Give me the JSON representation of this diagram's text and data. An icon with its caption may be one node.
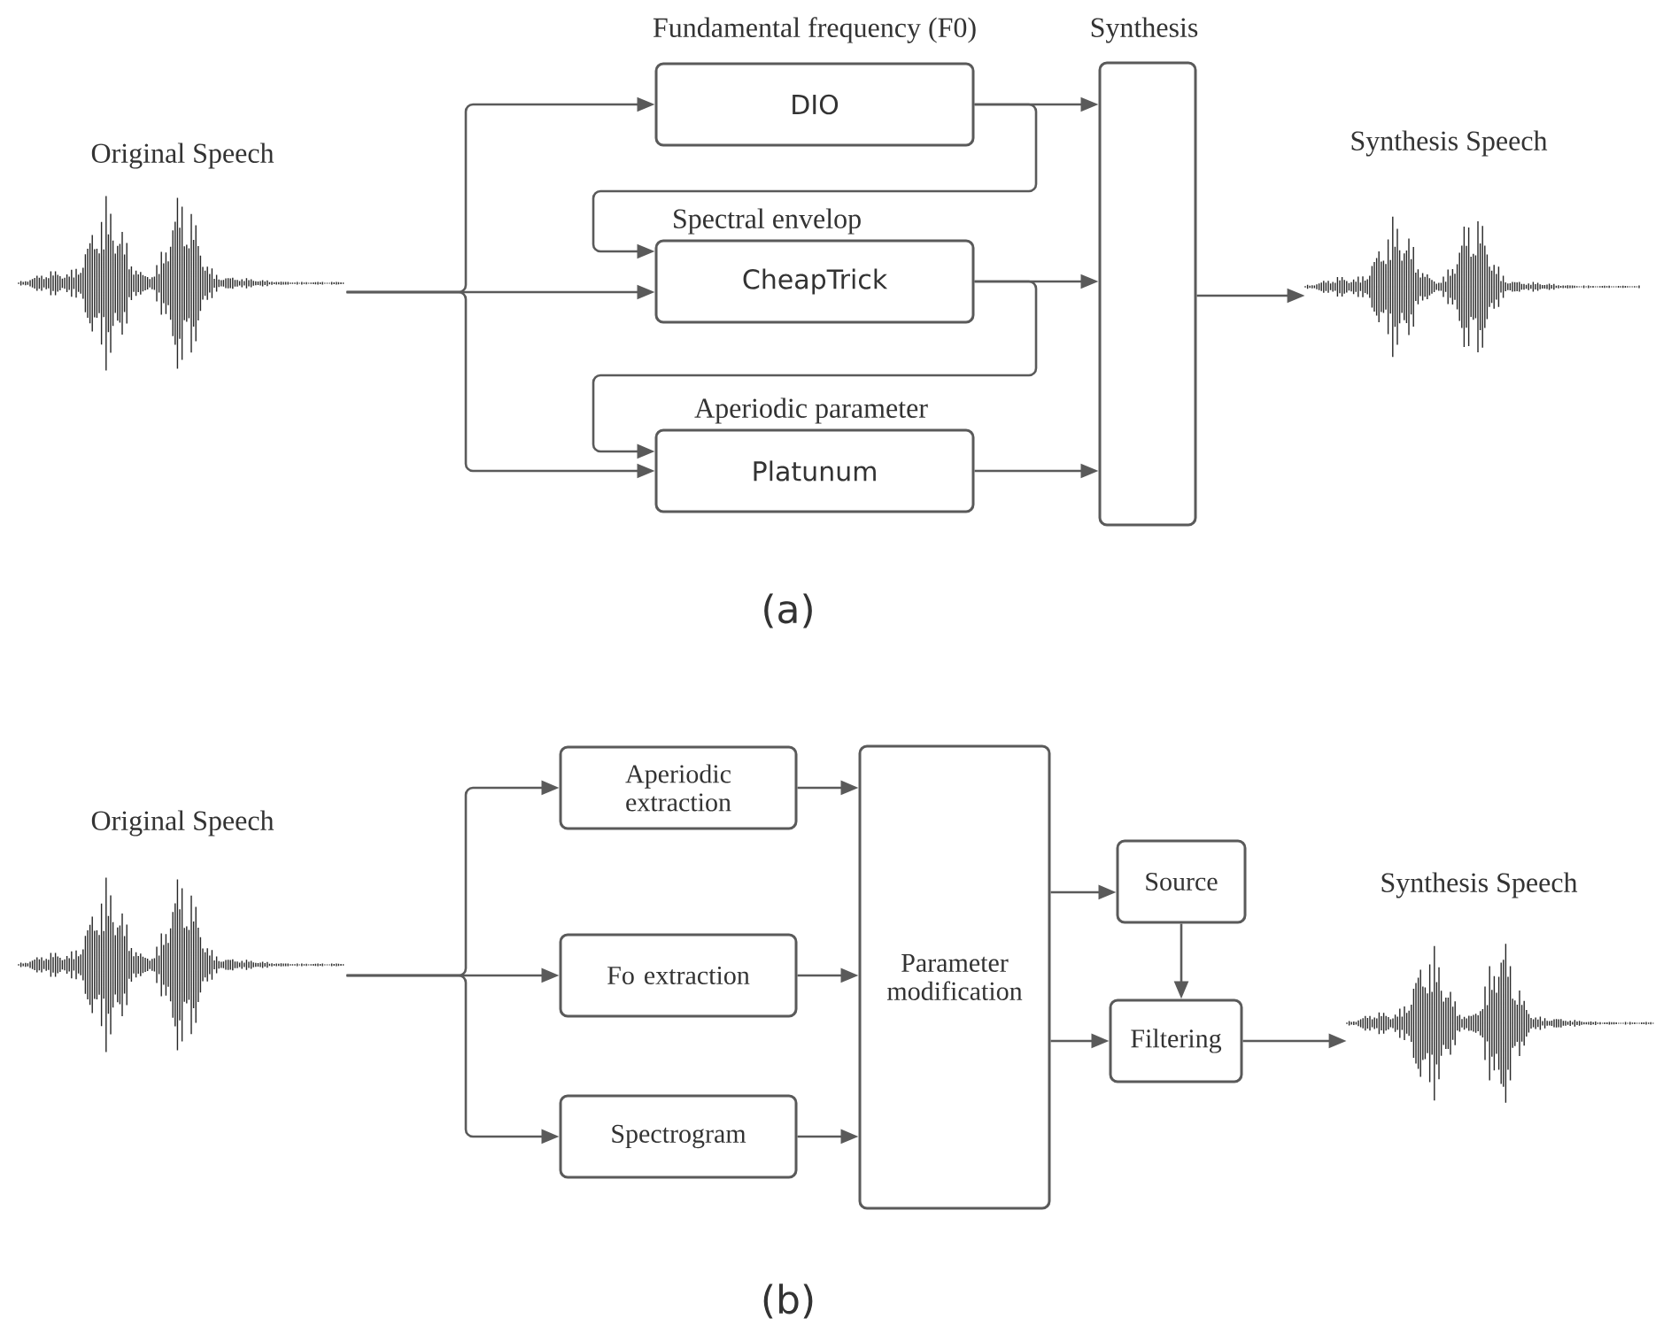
{
  "diagram": {
    "nodes": [
      {
        "text": [
          "Original Speech"
        ]
      },
      {
        "text": [
          "Fundamental frequency (F0)",
          "DIO"
        ]
      },
      {
        "text": [
          "Spectral envelop",
          "CheapTrick"
        ]
      },
      {
        "text": [
          "Aperiodic parameter",
          "Platunum"
        ]
      },
      {
        "text": [
          "Synthesis"
        ]
      },
      {
        "text": [
          "Synthesis Speech"
        ]
      },
      {
        "text": [
          "Original Speech"
        ]
      },
      {
        "text": [
          "Aperiodic extraction"
        ]
      },
      {
        "text": [
          "Fo extraction"
        ]
      },
      {
        "text": [
          "Spectrogram"
        ]
      },
      {
        "text": [
          "Parameter modification"
        ]
      },
      {
        "text": [
          "Source"
        ]
      },
      {
        "text": [
          "Filtering"
        ]
      },
      {
        "text": [
          "Synthesis Speech"
        ]
      }
    ],
    "edges": [
      {
        "from": 0,
        "to": 1,
        "arrow": "to"
      },
      {
        "from": 0,
        "to": 2,
        "arrow": "to"
      },
      {
        "from": 0,
        "to": 3,
        "arrow": "to"
      },
      {
        "from": 1,
        "to": 4,
        "arrow": "to"
      },
      {
        "from": 1,
        "to": 2,
        "arrow": "to"
      },
      {
        "from": 2,
        "to": 4,
        "arrow": "to"
      },
      {
        "from": 2,
        "to": 3,
        "arrow": "to"
      },
      {
        "from": 3,
        "to": 4,
        "arrow": "to"
      },
      {
        "from": 4,
        "to": 5,
        "arrow": "to"
      },
      {
        "from": 6,
        "to": 7,
        "arrow": "to"
      },
      {
        "from": 6,
        "to": 8,
        "arrow": "to"
      },
      {
        "from": 6,
        "to": 9,
        "arrow": "to"
      },
      {
        "from": 7,
        "to": 10,
        "arrow": "to"
      },
      {
        "from": 8,
        "to": 10,
        "arrow": "to"
      },
      {
        "from": 9,
        "to": 10,
        "arrow": "to"
      },
      {
        "from": 10,
        "to": 11,
        "arrow": "to"
      },
      {
        "from": 10,
        "to": 12,
        "arrow": "to"
      },
      {
        "from": 11,
        "to": 12,
        "arrow": "to"
      },
      {
        "from": 12,
        "to": 13,
        "arrow": "to"
      }
    ],
    "labels": [
      "(a)",
      "(b)"
    ]
  }
}
